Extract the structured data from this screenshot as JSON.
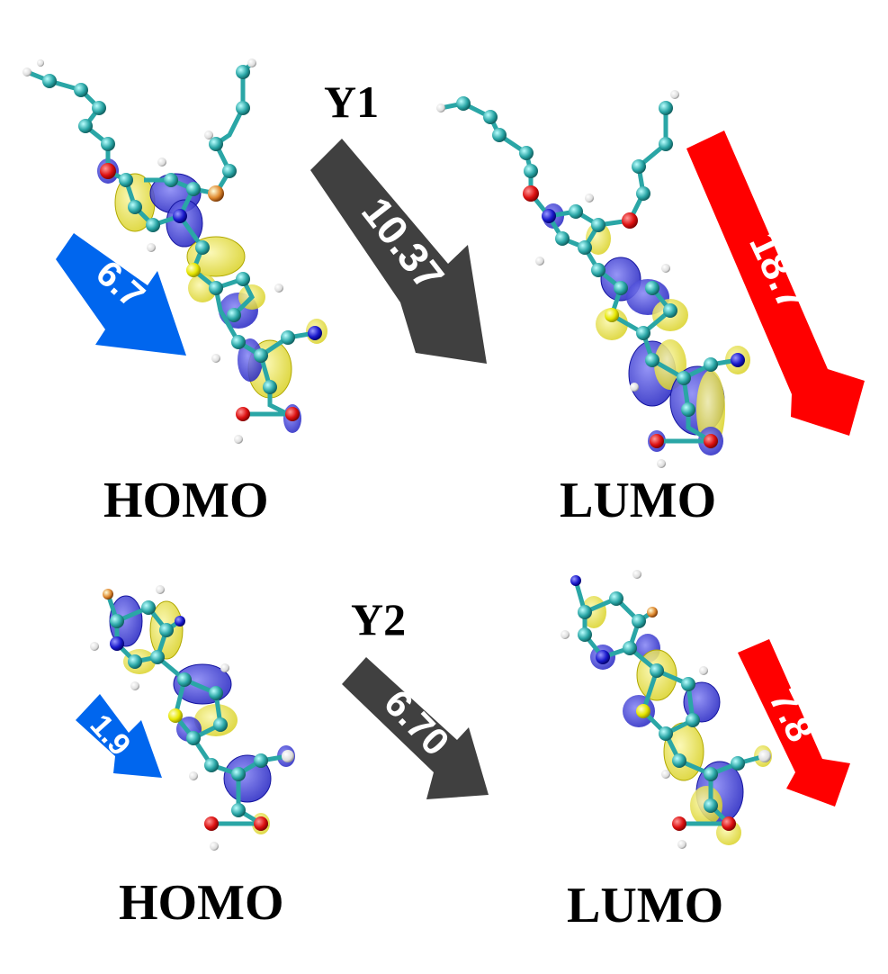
{
  "panels": {
    "y1": {
      "title": "Y1",
      "homo_label": "HOMO",
      "lumo_label": "LUMO",
      "homo_arrow_value": "6.7",
      "transfer_arrow_value": "10.37",
      "lumo_arrow_value": "18.7"
    },
    "y2": {
      "title": "Y2",
      "homo_label": "HOMO",
      "lumo_label": "LUMO",
      "homo_arrow_value": "1.9",
      "transfer_arrow_value": "6.70",
      "lumo_arrow_value": "7.8"
    }
  },
  "colors": {
    "homo_arrow": "#0066ee",
    "transfer_arrow": "#404040",
    "lumo_arrow": "#ff0000",
    "orbital_positive": "#e8e23a",
    "orbital_negative": "#3a3ad8",
    "carbon": "#2aa6a6",
    "oxygen": "#dd1111",
    "nitrogen": "#1a1acc",
    "sulfur": "#e6e600",
    "hydrogen": "#f0f0f0",
    "text": "#000000"
  }
}
